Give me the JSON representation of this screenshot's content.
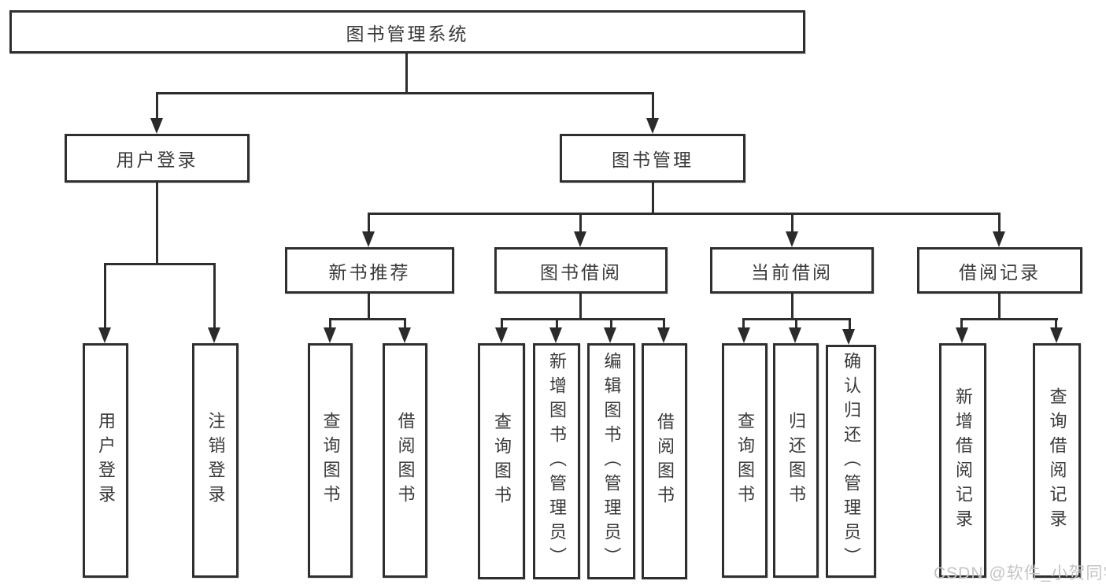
{
  "title": "图书管理系统",
  "user_login": {
    "label": "用户登录",
    "children": [
      "用户登录",
      "注销登录"
    ]
  },
  "book_management": {
    "label": "图书管理",
    "groups": [
      {
        "label": "新书推荐",
        "children": [
          "查询图书",
          "借阅图书"
        ]
      },
      {
        "label": "图书借阅",
        "children": [
          "查询图书",
          "新增图书（管理员）",
          "编辑图书（管理员）",
          "借阅图书"
        ]
      },
      {
        "label": "当前借阅",
        "children": [
          "查询图书",
          "归还图书",
          "确认归还（管理员）"
        ]
      },
      {
        "label": "借阅记录",
        "children": [
          "新增借阅记录",
          "查询借阅记录"
        ]
      }
    ]
  },
  "watermark": "CSDN @软件_小贺同学",
  "colors": {
    "line": "#2e2e2e",
    "box_border": "#2f2f2f",
    "text": "#3a3a3a",
    "watermark": "#c4c4c4",
    "background": "#ffffff"
  }
}
